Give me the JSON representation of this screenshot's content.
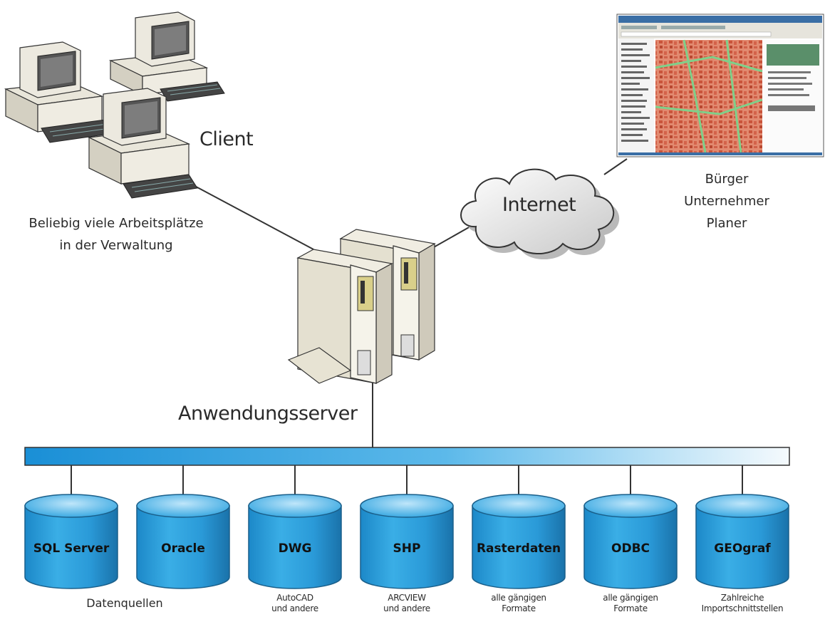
{
  "labels": {
    "client": "Client",
    "client_desc_line1": "Beliebig viele Arbeitsplätze",
    "client_desc_line2": "in der Verwaltung",
    "internet": "Internet",
    "users_line1": "Bürger",
    "users_line2": "Unternehmer",
    "users_line3": "Planer",
    "server": "Anwendungsserver",
    "datasources": "Datenquellen"
  },
  "databases": [
    {
      "name": "SQL Server",
      "desc": []
    },
    {
      "name": "Oracle",
      "desc": []
    },
    {
      "name": "DWG",
      "desc": [
        "AutoCAD",
        "und andere"
      ]
    },
    {
      "name": "SHP",
      "desc": [
        "ARCVIEW",
        "und andere"
      ]
    },
    {
      "name": "Rasterdaten",
      "desc": [
        "alle gängigen",
        "Formate"
      ]
    },
    {
      "name": "ODBC",
      "desc": [
        "alle gängigen",
        "Formate"
      ]
    },
    {
      "name": "GEOgraf",
      "desc": [
        "Zahlreiche",
        "Importschnittstellen"
      ]
    }
  ],
  "colors": {
    "bus_start": "#1a8fd6",
    "bus_end": "#f2f8fc",
    "cylinder": "#2b9fdc",
    "cylinder_top": "#5ec0ec",
    "cylinder_edge": "#1a5f8a",
    "line": "#333333"
  },
  "icons": [
    "workstation-icon",
    "cloud-icon",
    "server-icon",
    "browser-screenshot",
    "database-icon"
  ]
}
